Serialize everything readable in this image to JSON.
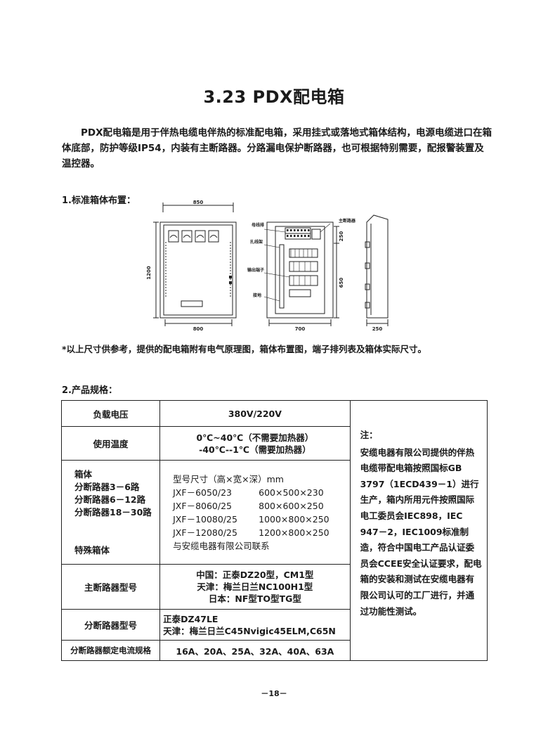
{
  "title": "3.23  PDX配电箱",
  "intro": "PDX配电箱是用于伴热电缆电伴热的标准配电箱，采用挂式或落地式箱体结构，电源电缆进口在箱体底部，防护等级IP54，内装有主断路器。分路漏电保护断路器，也可根据特别需要，配报警装置及温控器。",
  "section1_heading": "1.标准箱体布置：",
  "diagram": {
    "dim_top": "850",
    "dim_height": "1200",
    "dim_bottom_front": "800",
    "dim_250": "250",
    "dim_650": "650",
    "dim_bottom_inner": "700",
    "dim_side": "250",
    "label_busbar": "母线排",
    "label_main_breaker": "主断路器",
    "label_cable_ties": "扎线架",
    "label_output_terminal": "输出端子",
    "label_ground": "接地"
  },
  "note_dims": "*以上尺寸供参考，提供的配电箱附有电气原理图，箱体布置图，端子排列表及箱体实际尺寸。",
  "section2_heading": "2.产品规格：",
  "table": {
    "r1_label": "负载电压",
    "r1_value": "380V/220V",
    "r2_label": "使用温度",
    "r2_value_1": "0℃~40℃（不需要加热器）",
    "r2_value_2": "-40℃--1℃（需要加热器）",
    "r3_labels": [
      "箱体",
      "分断路器3－6路",
      "分断路器6－12路",
      "分断路器18－30路",
      "",
      "",
      "特殊箱体"
    ],
    "r3_header": "型号尺寸（高×宽×深）mm",
    "r3_models": [
      {
        "model": "JXF－6050/23",
        "size": "600×500×230"
      },
      {
        "model": "JXF－8060/25",
        "size": "800×600×250"
      },
      {
        "model": "JXF－10080/25",
        "size": "1000×800×250"
      },
      {
        "model": "JXF－12080/25",
        "size": "1200×800×250"
      }
    ],
    "r3_contact": "与安缆电器有限公司联系",
    "r4_label": "主断路器型号",
    "r4_values": [
      "中国：正泰DZ20型，CM1型",
      "天津：梅兰日兰NC100H1型",
      "日本：NF型TO型TG型"
    ],
    "r5_label": "分断路器型号",
    "r5_values": [
      "正泰DZ47LE",
      "天津：梅兰日兰C45Nvigic45ELM,C65N"
    ],
    "r6_label": "分断路器额定电流规格",
    "r6_value": "16A、20A、25A、32A、40A、63A",
    "note_title": "注：",
    "note_text": "安缆电器有限公司提供的伴热电缆带配电箱按照国标GB 3797（1ECD439－1）进行生产，箱内所用元件按照国际电工委员会IEC898，IEC 947－2，IEC1009标准制造，符合中国电工产品认证委员会CCEE安全认证要求，配电箱的安装和测试在安缆电器有限公司认可的工厂进行，并通过功能性测试。"
  },
  "page_number": "－18－"
}
